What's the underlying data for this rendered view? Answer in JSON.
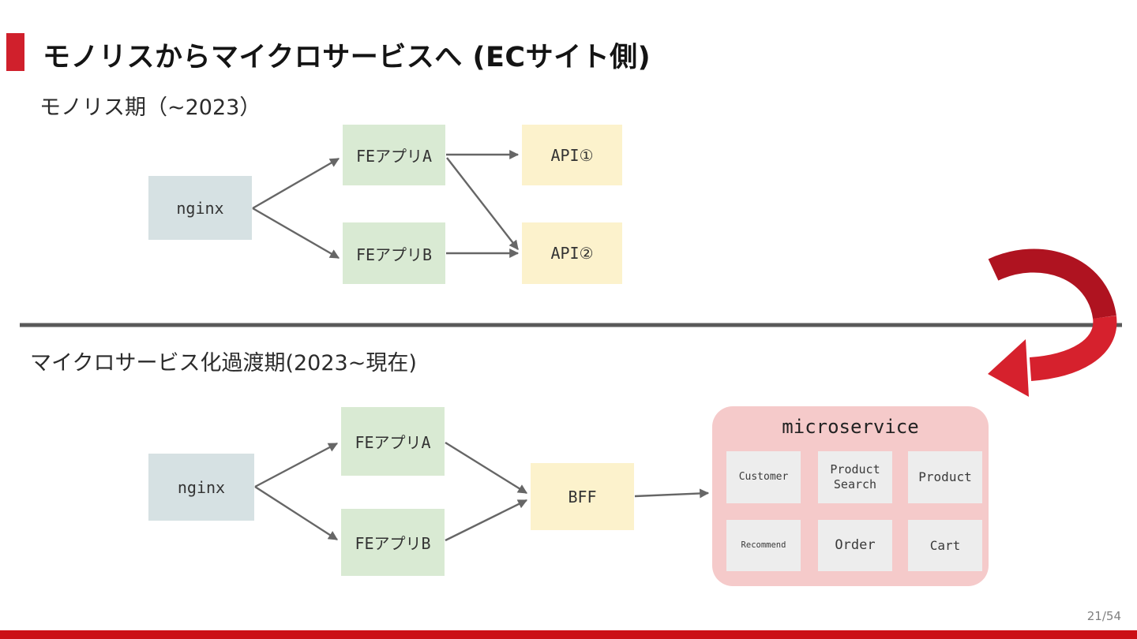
{
  "slide": {
    "title": "モノリスからマイクロサービスへ (ECサイト側)",
    "page_number": "21/54"
  },
  "colors": {
    "accent_red": "#d0202c",
    "bottom_bar_red": "#cb1016",
    "curve_arrow_dark_red": "#af1320",
    "curve_arrow_bright_red": "#d6212d",
    "node_blue": "#d6e1e3",
    "node_green": "#d9ead3",
    "node_yellow": "#fcf2cc",
    "panel_pink": "#f5caca",
    "service_box_gray": "#ededed",
    "connector_gray": "#666666",
    "divider_gray": "#595959"
  },
  "monolith": {
    "heading": "モノリス期（~2023）",
    "nodes": {
      "nginx": "nginx",
      "fe_app_a": "FEアプリA",
      "fe_app_b": "FEアプリB",
      "api_1": "API①",
      "api_2": "API②"
    }
  },
  "transition": {
    "heading": "マイクロサービス化過渡期(2023~現在)",
    "nodes": {
      "nginx": "nginx",
      "fe_app_a": "FEアプリA",
      "fe_app_b": "FEアプリB",
      "bff": "BFF"
    },
    "microservice": {
      "title": "microservice",
      "services": [
        "Customer",
        "Product\nSearch",
        "Product",
        "Recommend",
        "Order",
        "Cart"
      ]
    }
  }
}
